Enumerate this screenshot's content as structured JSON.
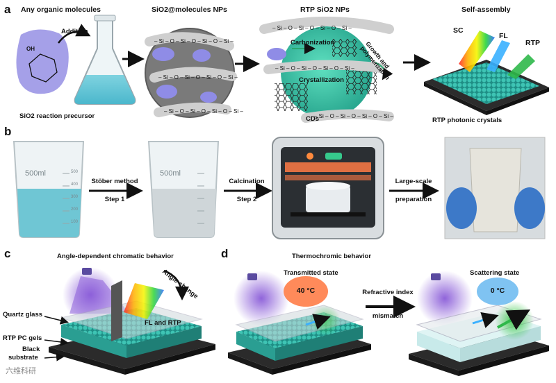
{
  "panels": {
    "a": {
      "letter": "a",
      "titles": [
        "Any organic molecules",
        "SiO2@molecules NPs",
        "RTP SiO2 NPs",
        "Self-assembly"
      ],
      "addition": "Addition",
      "precursor": "SiO2 reaction precursor",
      "carbonization": "Carbonization",
      "crystallization": "Crystallization",
      "growth": "Growth and polymerization",
      "cds": "CDs",
      "sc": "SC",
      "fl": "FL",
      "rtp": "RTP",
      "crystals": "RTP photonic crystals",
      "chain_text": "– Si – O – Si – O – Si – O – Si –",
      "oh": "OH"
    },
    "b": {
      "letter": "b",
      "beaker1": "500ml",
      "beaker2": "500ml",
      "ticks": [
        "500",
        "400",
        "300",
        "200",
        "100"
      ],
      "step1_method": "Stöber method",
      "step1": "Step 1",
      "step2_method": "Calcination",
      "step2": "Step 2",
      "large_scale": "Large-scale",
      "preparation": "preparation"
    },
    "c": {
      "letter": "c",
      "title": "Angle-dependent chromatic behavior",
      "angle_change": "Angle change",
      "fl_rtp": "FL and RTP",
      "quartz": "Quartz glass",
      "gels": "RTP PC gels",
      "black1": "Black",
      "black2": "substrate"
    },
    "d": {
      "letter": "d",
      "title": "Thermochromic behavior",
      "transmitted": "Transmitted state",
      "temp_hot": "40 °C",
      "refractive": "Refractive index",
      "mismatch": "mismatch",
      "scattering": "Scattering state",
      "temp_cold": "0 °C"
    }
  },
  "watermark": "六维科研"
}
